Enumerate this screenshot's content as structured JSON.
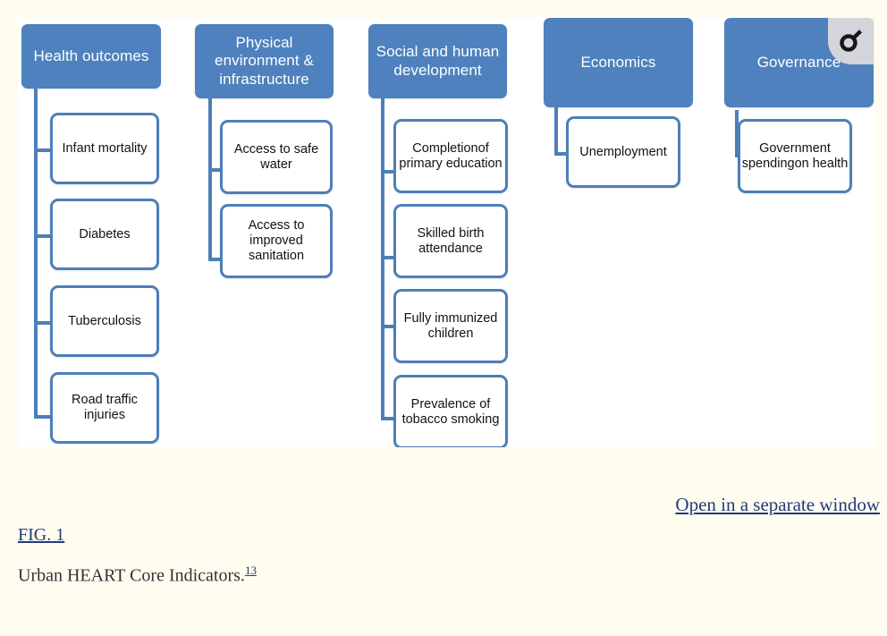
{
  "figure": {
    "background_color": "#ffffff",
    "page_background_color": "#fffdf0",
    "header_color": "#4e81bd",
    "border_color": "#4d7fb8",
    "zoom_icon": "magnifier-icon",
    "columns": [
      {
        "id": "health-outcomes",
        "header": "Health outcomes",
        "indicators": [
          "Infant mortality",
          "Diabetes",
          "Tuberculosis",
          "Road traffic injuries"
        ]
      },
      {
        "id": "physical-environment",
        "header": "Physical environment & infrastructure",
        "indicators": [
          "Access to safe water",
          "Access to improved sanitation"
        ]
      },
      {
        "id": "social-human-development",
        "header": "Social and human development",
        "indicators": [
          "Completionof primary education",
          "Skilled birth attendance",
          "Fully immunized children",
          "Prevalence of tobacco smoking"
        ]
      },
      {
        "id": "economics",
        "header": "Economics",
        "indicators": [
          "Unemployment"
        ]
      },
      {
        "id": "governance",
        "header": "Governance",
        "indicators": [
          "Government spendingon health"
        ]
      }
    ]
  },
  "caption": {
    "open_separate_window": "Open in a separate window",
    "fig_label": "FIG. 1",
    "text": "Urban HEART Core Indicators.",
    "reference": "13"
  }
}
